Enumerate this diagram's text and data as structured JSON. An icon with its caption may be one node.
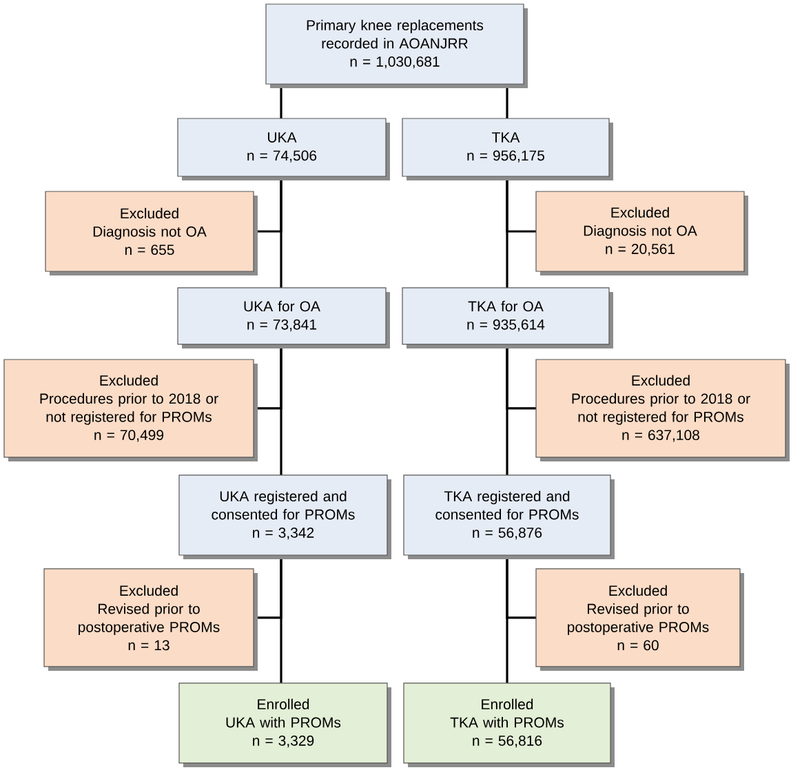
{
  "diagram": {
    "nodes": [
      {
        "text": [
          "Primary knee replacements recorded in AOANJRR",
          "n = 1,030,681"
        ]
      },
      {
        "text": [
          "UKA",
          "n = 74,506"
        ]
      },
      {
        "text": [
          "TKA",
          "n = 956,175"
        ]
      },
      {
        "text": [
          "Excluded",
          "Diagnosis not OA",
          "n = 655"
        ]
      },
      {
        "text": [
          "Excluded",
          "Diagnosis not OA",
          "n = 20,561"
        ]
      },
      {
        "text": [
          "UKA for OA",
          "n = 73,841"
        ]
      },
      {
        "text": [
          "TKA for OA",
          "n = 935,614"
        ]
      },
      {
        "text": [
          "Excluded",
          "Procedures prior to 2018 or not registered for PROMs",
          "n = 70,499"
        ]
      },
      {
        "text": [
          "Excluded",
          "Procedures prior to 2018 or not registered for PROMs",
          "n = 637,108"
        ]
      },
      {
        "text": [
          "UKA registered and consented for PROMs",
          "n = 3,342"
        ]
      },
      {
        "text": [
          "TKA registered and consented for PROMs",
          "n = 56,876"
        ]
      },
      {
        "text": [
          "Excluded",
          "Revised prior to postoperative PROMs",
          "n = 13"
        ]
      },
      {
        "text": [
          "Excluded",
          "Revised prior to postoperative PROMs",
          "n = 60"
        ]
      },
      {
        "text": [
          "Enrolled",
          "UKA with PROMs",
          "n = 3,329"
        ]
      },
      {
        "text": [
          "Enrolled",
          "TKA with PROMs",
          "n = 56,816"
        ]
      }
    ],
    "edges": [
      {
        "from": 0,
        "to": 1,
        "arrow": "none"
      },
      {
        "from": 0,
        "to": 2,
        "arrow": "none"
      },
      {
        "from": 1,
        "to": 3,
        "arrow": "none"
      },
      {
        "from": 1,
        "to": 5,
        "arrow": "none"
      },
      {
        "from": 2,
        "to": 4,
        "arrow": "none"
      },
      {
        "from": 2,
        "to": 6,
        "arrow": "none"
      },
      {
        "from": 5,
        "to": 7,
        "arrow": "none"
      },
      {
        "from": 5,
        "to": 9,
        "arrow": "none"
      },
      {
        "from": 6,
        "to": 8,
        "arrow": "none"
      },
      {
        "from": 6,
        "to": 10,
        "arrow": "none"
      },
      {
        "from": 9,
        "to": 11,
        "arrow": "none"
      },
      {
        "from": 9,
        "to": 13,
        "arrow": "none"
      },
      {
        "from": 10,
        "to": 12,
        "arrow": "none"
      },
      {
        "from": 10,
        "to": 14,
        "arrow": "none"
      }
    ]
  }
}
